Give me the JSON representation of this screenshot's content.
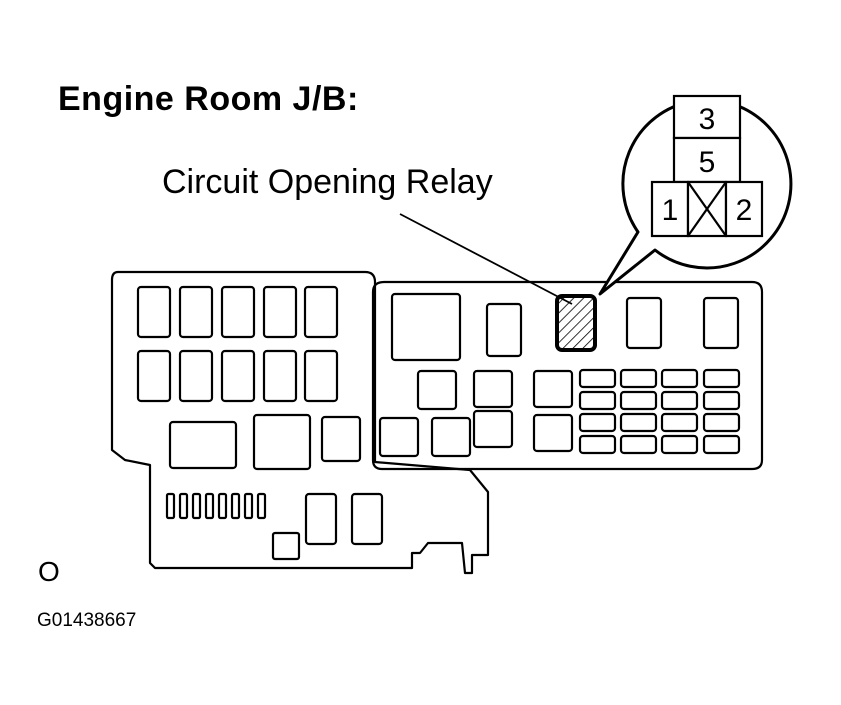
{
  "title": "Engine Room J/B:",
  "callout_label": "Circuit Opening Relay",
  "connector": {
    "pins": [
      "3",
      "5",
      "1",
      "2"
    ]
  },
  "corner_mark": "O",
  "figure_code": "G01438667",
  "colors": {
    "line": "#000000",
    "background": "#ffffff"
  }
}
